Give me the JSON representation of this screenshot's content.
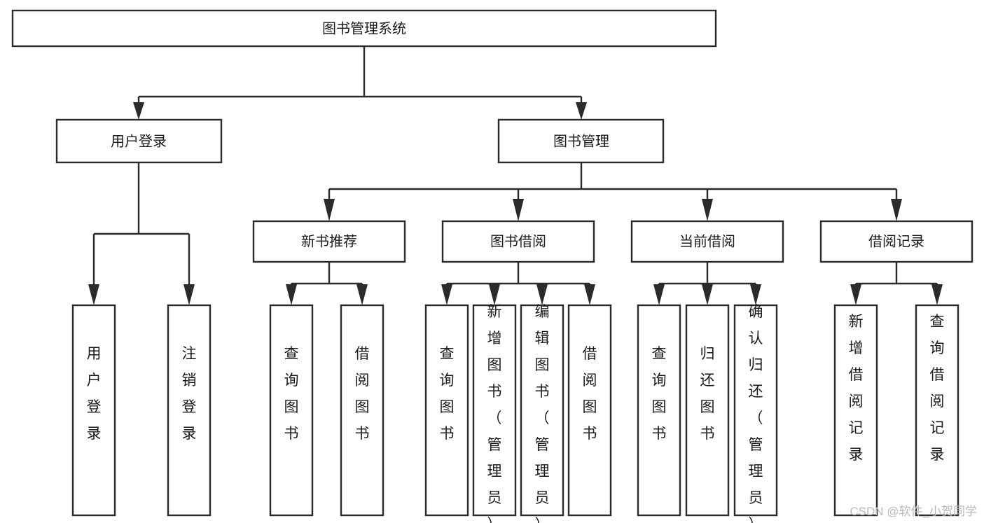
{
  "diagram": {
    "type": "tree",
    "orientation": "top-down",
    "title": "图书管理系统",
    "colors": {
      "box_fill": "#ffffff",
      "box_stroke": "#2b2b2b",
      "text": "#1a1a1a",
      "edge": "#2b2b2b",
      "watermark": "#b9b9b9"
    },
    "root": {
      "id": "root",
      "label": "图书管理系统"
    },
    "level2": [
      {
        "id": "user-login",
        "label": "用户登录"
      },
      {
        "id": "book-manage",
        "label": "图书管理"
      }
    ],
    "level3": [
      {
        "id": "new-book-recommend",
        "label": "新书推荐",
        "parent": "book-manage"
      },
      {
        "id": "book-borrow",
        "label": "图书借阅",
        "parent": "book-manage"
      },
      {
        "id": "current-borrow",
        "label": "当前借阅",
        "parent": "book-manage"
      },
      {
        "id": "borrow-record",
        "label": "借阅记录",
        "parent": "book-manage"
      }
    ],
    "leaves": [
      {
        "id": "leaf-user-login",
        "label": "用户登录",
        "parent": "user-login"
      },
      {
        "id": "leaf-logout-login",
        "label": "注销登录",
        "parent": "user-login"
      },
      {
        "id": "leaf-query-book-1",
        "label": "查询图书",
        "parent": "new-book-recommend"
      },
      {
        "id": "leaf-borrow-book-1",
        "label": "借阅图书",
        "parent": "new-book-recommend"
      },
      {
        "id": "leaf-query-book-2",
        "label": "查询图书",
        "parent": "book-borrow"
      },
      {
        "id": "leaf-add-book-admin",
        "label": "新增图书（管理员）",
        "parent": "book-borrow"
      },
      {
        "id": "leaf-edit-book-admin",
        "label": "编辑图书（管理员）",
        "parent": "book-borrow"
      },
      {
        "id": "leaf-borrow-book-2",
        "label": "借阅图书",
        "parent": "book-borrow"
      },
      {
        "id": "leaf-query-book-3",
        "label": "查询图书",
        "parent": "current-borrow"
      },
      {
        "id": "leaf-return-book",
        "label": "归还图书",
        "parent": "current-borrow"
      },
      {
        "id": "leaf-confirm-return-admin",
        "label": "确认归还（管理员）",
        "parent": "current-borrow"
      },
      {
        "id": "leaf-add-borrow-record",
        "label": "新增借阅记录",
        "parent": "borrow-record"
      },
      {
        "id": "leaf-query-borrow-record",
        "label": "查询借阅记录",
        "parent": "borrow-record"
      }
    ]
  },
  "watermark": {
    "text": "CSDN @软件_小贺同学"
  }
}
